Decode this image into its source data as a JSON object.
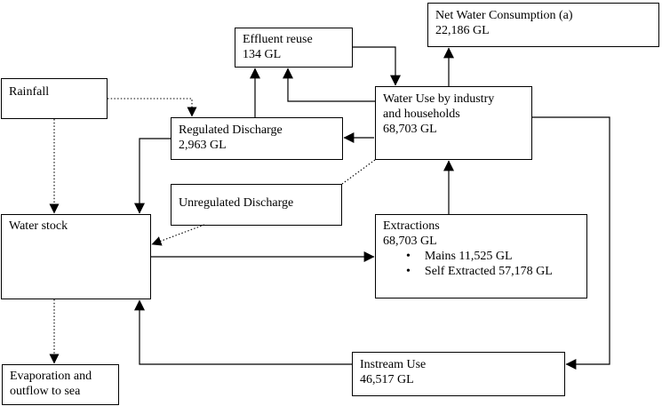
{
  "background": "#ffffff",
  "colors": {
    "line": "#000000",
    "box_border": "#000000",
    "text": "#000000",
    "box_fill": "#ffffff"
  },
  "bullet_glyph": "•",
  "nodes": {
    "rainfall": {
      "lines": [
        "Rainfall"
      ]
    },
    "effluent_reuse": {
      "lines": [
        "Effluent reuse",
        "134 GL"
      ]
    },
    "net_water_consumption": {
      "lines": [
        "Net Water Consumption (a)",
        "22,186 GL"
      ]
    },
    "water_use": {
      "lines": [
        "Water Use by industry",
        "and households",
        "68,703 GL"
      ]
    },
    "regulated_discharge": {
      "lines": [
        "Regulated Discharge",
        "2,963 GL"
      ]
    },
    "unregulated_discharge": {
      "lines": [
        "Unregulated Discharge"
      ]
    },
    "water_stock": {
      "lines": [
        "Water stock"
      ]
    },
    "extractions": {
      "lines": [
        "Extractions",
        "68,703 GL"
      ],
      "bullets": [
        "Mains 11,525 GL",
        "Self Extracted 57,178 GL"
      ]
    },
    "instream_use": {
      "lines": [
        "Instream Use",
        "46,517 GL"
      ]
    },
    "evaporation": {
      "lines": [
        "Evaporation and",
        "outflow to sea"
      ]
    }
  },
  "edges": [
    {
      "from": "rainfall",
      "to": "regulated_discharge",
      "style": "dotted"
    },
    {
      "from": "rainfall",
      "to": "water_stock",
      "style": "dotted"
    },
    {
      "from": "water_stock",
      "to": "evaporation",
      "style": "dotted"
    },
    {
      "from": "regulated_discharge",
      "to": "water_stock",
      "style": "solid"
    },
    {
      "from": "regulated_discharge",
      "to": "effluent_reuse",
      "style": "solid"
    },
    {
      "from": "water_use",
      "to": "effluent_reuse",
      "style": "solid"
    },
    {
      "from": "effluent_reuse",
      "to": "water_use",
      "style": "solid"
    },
    {
      "from": "water_use",
      "to": "net_water_consumption",
      "style": "solid"
    },
    {
      "from": "water_use",
      "to": "regulated_discharge",
      "style": "solid"
    },
    {
      "from": "water_use",
      "to": "unregulated_discharge",
      "style": "dotted"
    },
    {
      "from": "unregulated_discharge",
      "to": "water_stock",
      "style": "dotted"
    },
    {
      "from": "water_stock",
      "to": "extractions",
      "style": "solid"
    },
    {
      "from": "extractions",
      "to": "water_use",
      "style": "solid"
    },
    {
      "from": "water_use",
      "to": "instream_use",
      "style": "solid"
    },
    {
      "from": "instream_use",
      "to": "water_stock",
      "style": "solid"
    }
  ]
}
